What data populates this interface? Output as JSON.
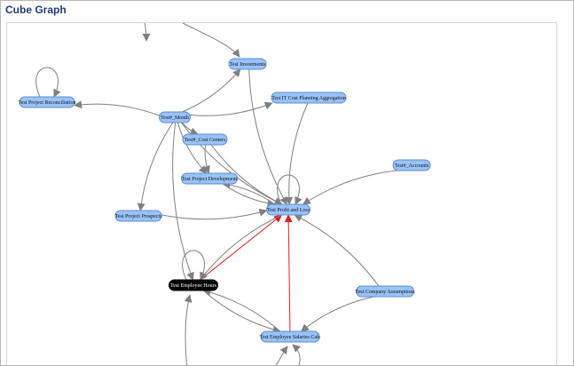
{
  "panel": {
    "title": "Cube Graph"
  },
  "graph": {
    "colors": {
      "node_fill": "#99c2f7",
      "node_stroke": "#5a8fd6",
      "selected_fill": "#000000",
      "edge": "#808080",
      "highlight_edge": "#e41b1b"
    },
    "nodes": [
      {
        "id": "investments",
        "label": "Test Investments"
      },
      {
        "id": "project_reconciliation",
        "label": "Test Project Reconciliation"
      },
      {
        "id": "month",
        "label": "Test#_Month"
      },
      {
        "id": "it_cost_planning",
        "label": "Test IT Cost Planning Aggregation"
      },
      {
        "id": "cost_centers",
        "label": "Test#_Cost Centers"
      },
      {
        "id": "accounts",
        "label": "Test#_Accounts"
      },
      {
        "id": "project_development",
        "label": "Test Project Development"
      },
      {
        "id": "profit_and_loss",
        "label": "Test Profit and Loss"
      },
      {
        "id": "project_prospects",
        "label": "Test Project Prospects"
      },
      {
        "id": "employee_hours",
        "label": "Test Employee Hours",
        "selected": true
      },
      {
        "id": "company_assumptions",
        "label": "Test Company Assumptions"
      },
      {
        "id": "employee_salaries",
        "label": "Test Employee Salaries Calc"
      }
    ],
    "edges": [
      {
        "from": "month",
        "to": "project_reconciliation"
      },
      {
        "from": "month",
        "to": "investments"
      },
      {
        "from": "month",
        "to": "it_cost_planning"
      },
      {
        "from": "month",
        "to": "cost_centers"
      },
      {
        "from": "month",
        "to": "project_development"
      },
      {
        "from": "month",
        "to": "project_prospects"
      },
      {
        "from": "month",
        "to": "employee_hours"
      },
      {
        "from": "month",
        "to": "profit_and_loss"
      },
      {
        "from": "cost_centers",
        "to": "profit_and_loss"
      },
      {
        "from": "cost_centers",
        "to": "project_development"
      },
      {
        "from": "investments",
        "to": "profit_and_loss"
      },
      {
        "from": "it_cost_planning",
        "to": "profit_and_loss"
      },
      {
        "from": "accounts",
        "to": "profit_and_loss"
      },
      {
        "from": "project_development",
        "to": "profit_and_loss"
      },
      {
        "from": "profit_and_loss",
        "to": "project_development"
      },
      {
        "from": "project_prospects",
        "to": "profit_and_loss"
      },
      {
        "from": "employee_hours",
        "to": "profit_and_loss",
        "highlight": true
      },
      {
        "from": "employee_salaries",
        "to": "profit_and_loss",
        "highlight": true
      },
      {
        "from": "company_assumptions",
        "to": "profit_and_loss"
      },
      {
        "from": "company_assumptions",
        "to": "employee_salaries"
      },
      {
        "from": "employee_salaries",
        "to": "employee_hours"
      },
      {
        "from": "employee_hours",
        "to": "employee_salaries"
      },
      {
        "from": "profit_and_loss",
        "to": "employee_hours"
      },
      {
        "from": "project_reconciliation",
        "to": "project_reconciliation",
        "self": true
      },
      {
        "from": "profit_and_loss",
        "to": "profit_and_loss",
        "self": true
      },
      {
        "from": "employee_hours",
        "to": "employee_hours",
        "self": true
      }
    ]
  }
}
